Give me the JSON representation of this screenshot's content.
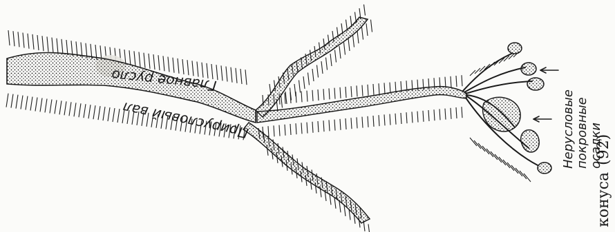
{
  "labels": {
    "main_channel": "Главное русло",
    "levee": "Прирусловый вал",
    "overbank_line1": "Нерусловые",
    "overbank_line2": "покровные",
    "overbank_line3": "осадки"
  },
  "caption": {
    "word": "конуса",
    "number": "(92)"
  },
  "colors": {
    "ink": "#1b1b1b",
    "paper": "#fbfbf9",
    "smudge": "#e6e4df"
  }
}
